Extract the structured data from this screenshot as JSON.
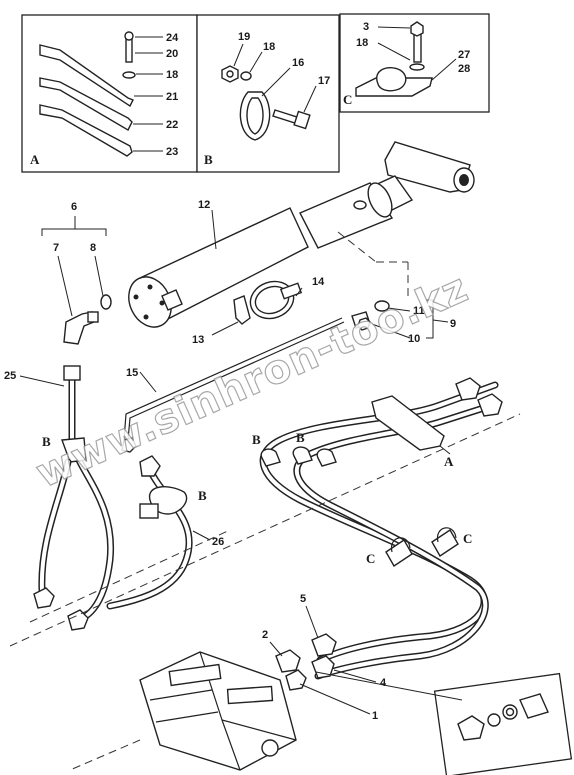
{
  "insets": {
    "a": {
      "letter": "A",
      "callouts": [
        "24",
        "20",
        "18",
        "21",
        "22",
        "23"
      ]
    },
    "b": {
      "letter": "B",
      "callouts": [
        "19",
        "18",
        "16",
        "17"
      ]
    },
    "c": {
      "letter": "C",
      "callouts": [
        "3",
        "18",
        "27",
        "28"
      ]
    }
  },
  "callouts": {
    "c1": "1",
    "c2": "2",
    "c4": "4",
    "c5": "5",
    "c6": "6",
    "c7": "7",
    "c8": "8",
    "c9": "9",
    "c10": "10",
    "c11": "11",
    "c12": "12",
    "c13": "13",
    "c14": "14",
    "c15": "15",
    "c25": "25",
    "c26": "26"
  },
  "locators": {
    "b1": "B",
    "b2": "B",
    "b3": "B",
    "b4": "B",
    "a1": "A",
    "c1": "C",
    "c2": "C"
  },
  "watermark": "www.sinhron-too.kz"
}
